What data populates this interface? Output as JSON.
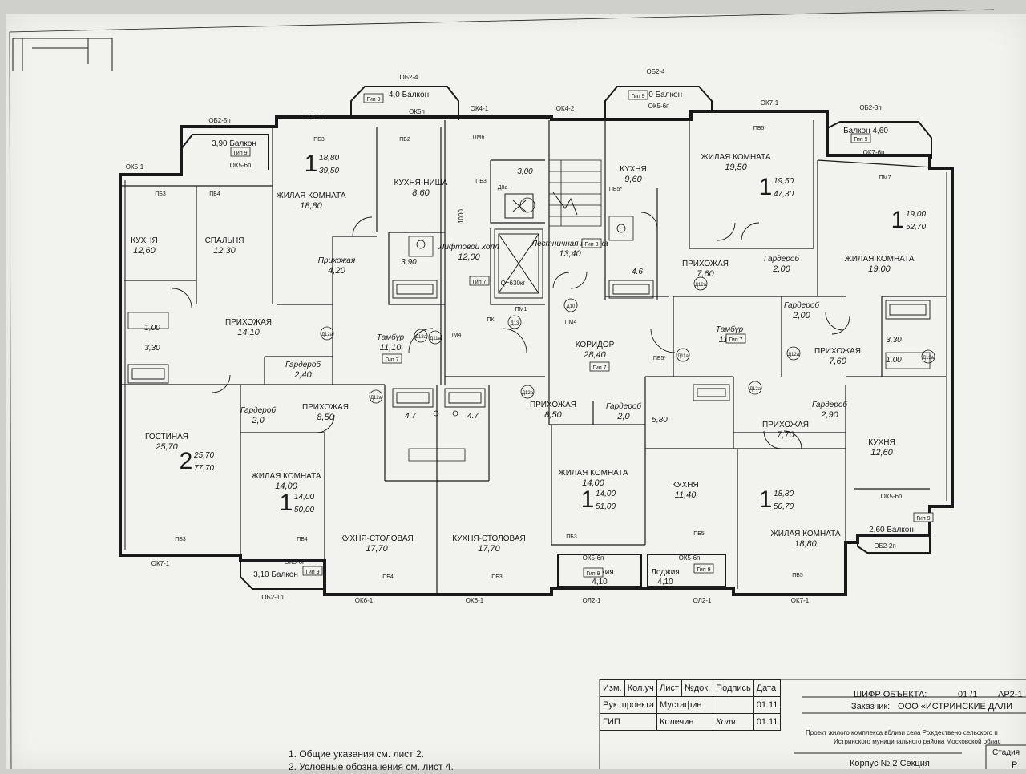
{
  "rooms": [
    {
      "id": "r1",
      "name": "КУХНЯ",
      "area": "12,60"
    },
    {
      "id": "r2",
      "name": "СПАЛЬНЯ",
      "area": "12,30"
    },
    {
      "id": "r3",
      "name": "ЖИЛАЯ КОМНАТА",
      "area": "18,80"
    },
    {
      "id": "r4",
      "name": "КУХНЯ-НИША",
      "area": "8,60"
    },
    {
      "id": "r5",
      "name": "Лифтовой холл",
      "area": "12,00"
    },
    {
      "id": "r6",
      "name": "Лестничная клетка",
      "area": "13,40"
    },
    {
      "id": "r7",
      "name": "КУХНЯ",
      "area": "9,60"
    },
    {
      "id": "r8",
      "name": "ЖИЛАЯ КОМНАТА",
      "area": "19,50"
    },
    {
      "id": "r9",
      "name": "ЖИЛАЯ КОМНАТА",
      "area": "19,00"
    },
    {
      "id": "r10",
      "name": "ПРИХОЖАЯ",
      "area": "14,10"
    },
    {
      "id": "r11",
      "name": "Прихожая",
      "area": "4,20"
    },
    {
      "id": "r12",
      "name": "Тамбур",
      "area": "11,10"
    },
    {
      "id": "r13",
      "name": "КОРИДОР",
      "area": "28,40"
    },
    {
      "id": "r14",
      "name": "Тамбур",
      "area": "11,00"
    },
    {
      "id": "r15",
      "name": "ПРИХОЖАЯ",
      "area": "7,60"
    },
    {
      "id": "r16",
      "name": "ПРИХОЖАЯ",
      "area": "7,60"
    },
    {
      "id": "r17",
      "name": "Гардероб",
      "area": "2,40"
    },
    {
      "id": "r18",
      "name": "Гардероб",
      "area": "2,00"
    },
    {
      "id": "r19",
      "name": "Гардероб",
      "area": "2,00"
    },
    {
      "id": "r20",
      "name": "ГОСТИНАЯ",
      "area": "25,70"
    },
    {
      "id": "r21",
      "name": "Гардероб",
      "area": "2,0"
    },
    {
      "id": "r22",
      "name": "ПРИХОЖАЯ",
      "area": "8,50"
    },
    {
      "id": "r23",
      "name": "ЖИЛАЯ КОМНАТА",
      "area": "14,00"
    },
    {
      "id": "r24",
      "name": "КУХНЯ-СТОЛОВАЯ",
      "area": "17,70"
    },
    {
      "id": "r25",
      "name": "КУХНЯ-СТОЛОВАЯ",
      "area": "17,70"
    },
    {
      "id": "r26",
      "name": "ПРИХОЖАЯ",
      "area": "8,50"
    },
    {
      "id": "r27",
      "name": "Гардероб",
      "area": "2,0"
    },
    {
      "id": "r28",
      "name": "ЖИЛАЯ КОМНАТА",
      "area": "14,00"
    },
    {
      "id": "r29",
      "name": "КУХНЯ",
      "area": "11,40"
    },
    {
      "id": "r30",
      "name": "ПРИХОЖАЯ",
      "area": "7,70"
    },
    {
      "id": "r31",
      "name": "Гардероб",
      "area": "2,90"
    },
    {
      "id": "r32",
      "name": "ЖИЛАЯ КОМНАТА",
      "area": "18,80"
    },
    {
      "id": "r33",
      "name": "КУХНЯ",
      "area": "12,60"
    }
  ],
  "bath_areas": [
    "1,00",
    "3,30",
    "3,90",
    "4.6",
    "3,30",
    "1,00",
    "4.7",
    "4.7",
    "5,80",
    "3,00"
  ],
  "balconies": [
    {
      "id": "b1",
      "label": "3,90 Балкон"
    },
    {
      "id": "b2",
      "label": "4,0 Балкон"
    },
    {
      "id": "b3",
      "label": "4,0 Балкон"
    },
    {
      "id": "b4",
      "label": "Балкон 4,60"
    },
    {
      "id": "b5",
      "label": "3,10 Балкон"
    },
    {
      "id": "b6",
      "label": "2,60 Балкон"
    },
    {
      "id": "b7",
      "label": "Лоджия\n4,10"
    },
    {
      "id": "b8",
      "label": "Лоджия\n4,10"
    }
  ],
  "apartments": [
    {
      "id": "a1",
      "rooms": "1",
      "living": "18,80",
      "total": "39,50"
    },
    {
      "id": "a2",
      "rooms": "1",
      "living": "19,50",
      "total": "47,30"
    },
    {
      "id": "a3",
      "rooms": "1",
      "living": "19,00",
      "total": "52,70"
    },
    {
      "id": "a4",
      "rooms": "2",
      "living": "25,70",
      "total": "77,70"
    },
    {
      "id": "a5",
      "rooms": "1",
      "living": "14,00",
      "total": "50,00"
    },
    {
      "id": "a6",
      "rooms": "1",
      "living": "14,00",
      "total": "51,00"
    },
    {
      "id": "a7",
      "rooms": "1",
      "living": "18,80",
      "total": "50,70"
    }
  ],
  "window_marks": [
    "ОК5-1",
    "ОБ2-5п",
    "ОК5-6п",
    "ОК6-1",
    "ОК5п",
    "ОБ2-4",
    "ОК4-1",
    "ОК4-2",
    "ОБ2-4",
    "ОК5-6п",
    "ОК7-1",
    "ОБ2-3п",
    "ОК7-6п",
    "ОК7-1",
    "ОК5-6п",
    "ОБ2-1п",
    "ОК6-1",
    "ОК6-1",
    "ОК5-6п",
    "ОЛ2-1",
    "ОК5-6п",
    "ОЛ2-1",
    "ОК7-1",
    "ОК5-6п",
    "ОБ2-2п"
  ],
  "tags": [
    "ПБ3",
    "ПБ4",
    "ПБ3",
    "ПБ2",
    "ПМ6",
    "Д8а",
    "ПБ3",
    "ПБ5*",
    "ПБ5*",
    "ПМ7",
    "ПК",
    "ПМ1",
    "ПМ4",
    "ПМ4",
    "ПБ5*",
    "ПБ3",
    "ПБ4",
    "ПБ4",
    "ПБ3",
    "ПБ3",
    "ПБ5",
    "ПБ5"
  ],
  "door_tags": [
    "Д12а",
    "Д12а",
    "Д11а",
    "Д12а",
    "Д13",
    "Д10",
    "Д11а",
    "Д12а",
    "Д12а",
    "Д12а",
    "Д12а",
    "Д12а"
  ],
  "hatch_tags": [
    "Гип 9",
    "Гип 9",
    "Гип 9",
    "Гип 9",
    "Гип 7",
    "Гип 8",
    "Гип 7",
    "Гип 7",
    "Гип 7",
    "Гип 9",
    "Гип 9",
    "Гип 9",
    "Гип 9"
  ],
  "lift": {
    "capacity": "Q=630кг"
  },
  "dim_vertical": "1000",
  "title_block": {
    "cipher_label": "ШИФР ОБЪЕКТА:",
    "cipher_value": "01 /1",
    "cipher_code": "АР2-1",
    "client_label": "Заказчик:",
    "client_value": "ООО «ИСТРИНСКИЕ ДАЛИ",
    "headers": [
      "Изм.",
      "Кол.уч",
      "Лист",
      "№док.",
      "Подпись",
      "Дата"
    ],
    "rows": [
      {
        "role": "Рук. проекта",
        "name": "Мустафин",
        "date": "01.11"
      },
      {
        "role": "ГИП",
        "name": "Колечин",
        "sign": "Коля",
        "date": "01.11"
      }
    ],
    "project_line1": "Проект жилого комплекса вблизи села Рождествено сельского п",
    "project_line2": "Истринского муниципального района Московской облас",
    "building": "Корпус № 2 Секция",
    "stage_label": "Стадия",
    "stage_value": "Р"
  },
  "notes": [
    "1. Общие указания см. лист 2.",
    "2. Условные обозначения см. лист 4."
  ]
}
